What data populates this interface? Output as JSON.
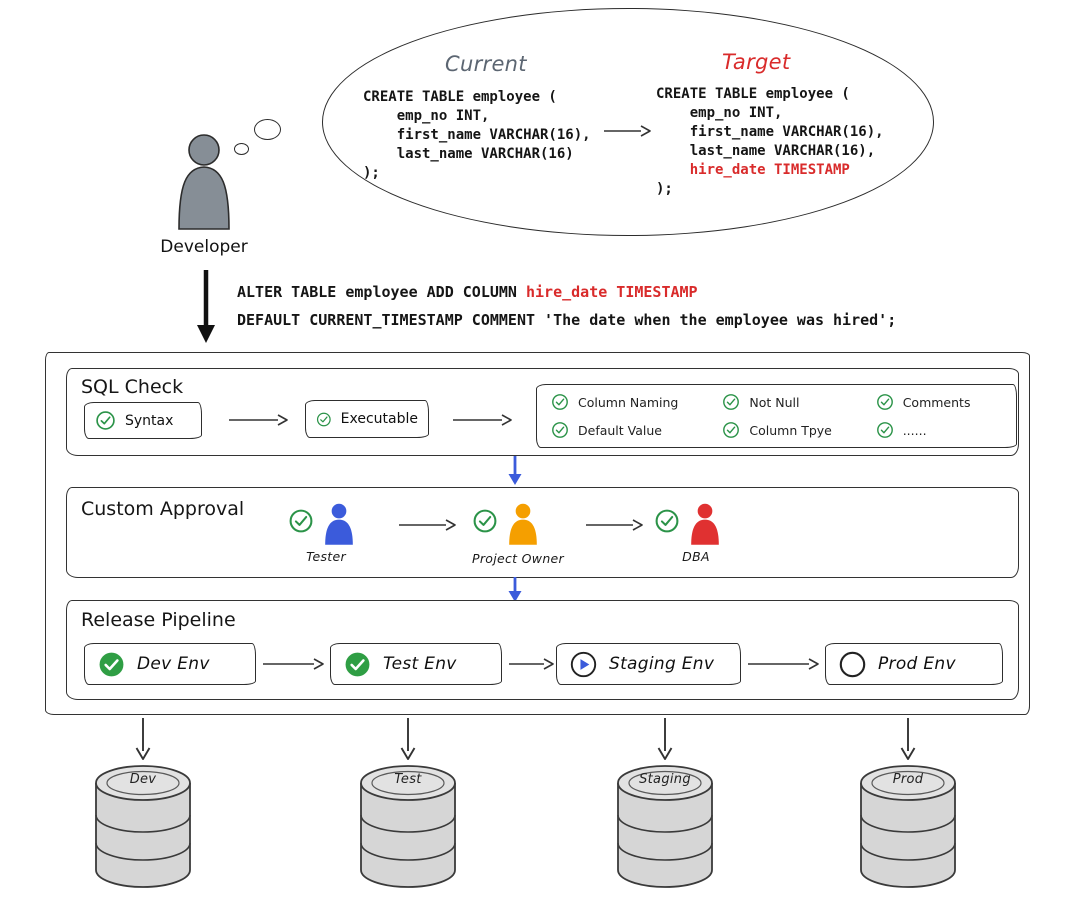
{
  "developer": {
    "label": "Developer"
  },
  "bubble": {
    "current": {
      "title": "Current",
      "code": "CREATE TABLE employee (\n    emp_no INT,\n    first_name VARCHAR(16),\n    last_name VARCHAR(16)\n);"
    },
    "target": {
      "title": "Target",
      "code_before": "CREATE TABLE employee (\n    emp_no INT,\n    first_name VARCHAR(16),\n    last_name VARCHAR(16),",
      "code_highlight": "    hire_date TIMESTAMP",
      "code_after": ");"
    }
  },
  "alter_sql": {
    "line1_plain": "ALTER TABLE employee ADD COLUMN ",
    "line1_highlight": "hire_date TIMESTAMP",
    "line2": "DEFAULT CURRENT_TIMESTAMP COMMENT 'The date when the employee was hired';"
  },
  "sql_check": {
    "title": "SQL Check",
    "step1": "Syntax",
    "step2": "Executable",
    "checklist": [
      "Column Naming",
      "Not Null",
      "Comments",
      "Default Value",
      "Column Tpye",
      "......"
    ]
  },
  "custom_approval": {
    "title": "Custom Approval",
    "approvers": [
      {
        "label": "Tester",
        "color": "#3b5bdb"
      },
      {
        "label": "Project Owner",
        "color": "#f59f00"
      },
      {
        "label": "DBA",
        "color": "#e03131"
      }
    ]
  },
  "release_pipeline": {
    "title": "Release Pipeline",
    "stages": [
      {
        "label": "Dev Env",
        "status": "done"
      },
      {
        "label": "Test Env",
        "status": "done"
      },
      {
        "label": "Staging Env",
        "status": "running"
      },
      {
        "label": "Prod Env",
        "status": "pending"
      }
    ]
  },
  "databases": [
    {
      "label": "Dev"
    },
    {
      "label": "Test"
    },
    {
      "label": "Staging"
    },
    {
      "label": "Prod"
    }
  ],
  "colors": {
    "check_green": "#2b9348",
    "accent_blue": "#3b5bdb",
    "highlight_red": "#d92b2b"
  }
}
